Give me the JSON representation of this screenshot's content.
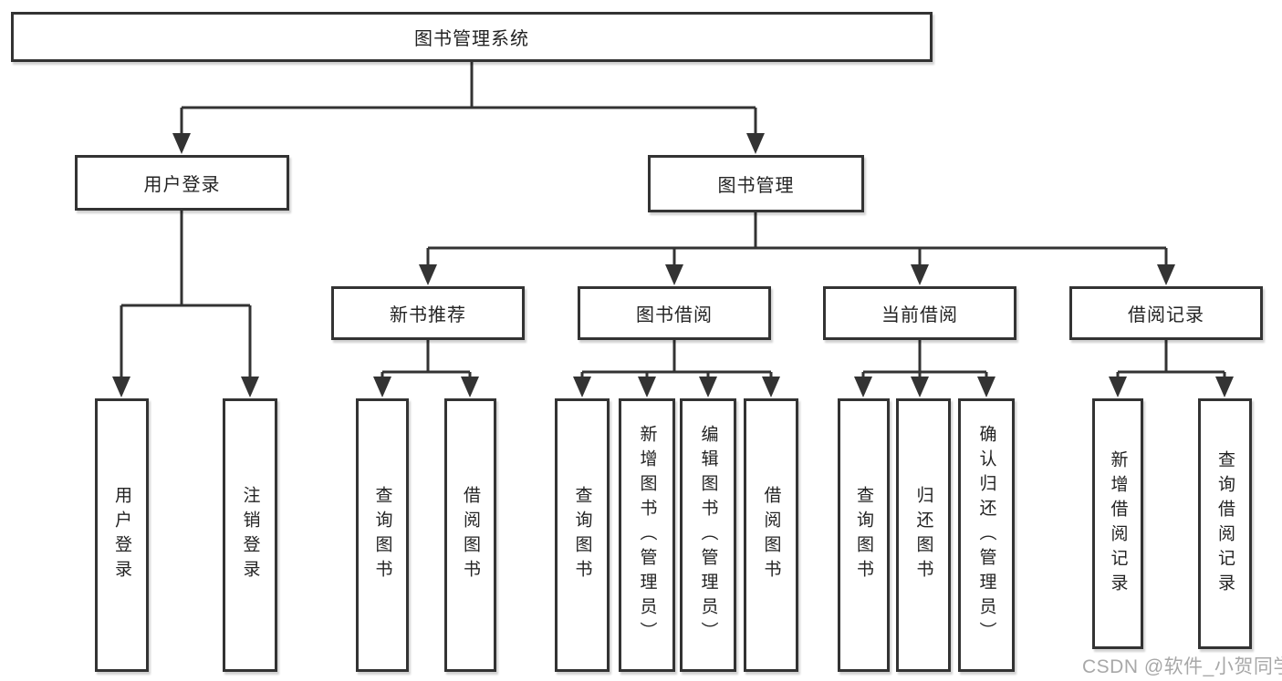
{
  "nodes": {
    "root": "图书管理系统",
    "userLogin": "用户登录",
    "bookMgmt": "图书管理",
    "newBookRec": "新书推荐",
    "bookBorrow": "图书借阅",
    "currentBorrow": "当前借阅",
    "borrowRecords": "借阅记录"
  },
  "leaves": {
    "userLogin": [
      "用户登录",
      "注销登录"
    ],
    "newBookRec": [
      "查询图书",
      "借阅图书"
    ],
    "bookBorrow": [
      "查询图书",
      "新增图书（管理员）",
      "编辑图书（管理员）",
      "借阅图书"
    ],
    "currentBorrow": [
      "查询图书",
      "归还图书",
      "确认归还（管理员）"
    ],
    "borrowRecords": [
      "新增借阅记录",
      "查询借阅记录"
    ]
  },
  "watermark": "CSDN @软件_小贺同学",
  "colors": {
    "line": "#333333",
    "box_border": "#333333",
    "box_fill": "#ffffff",
    "text": "#232323",
    "watermark": "#a8a8a8",
    "background": "#ffffff"
  }
}
